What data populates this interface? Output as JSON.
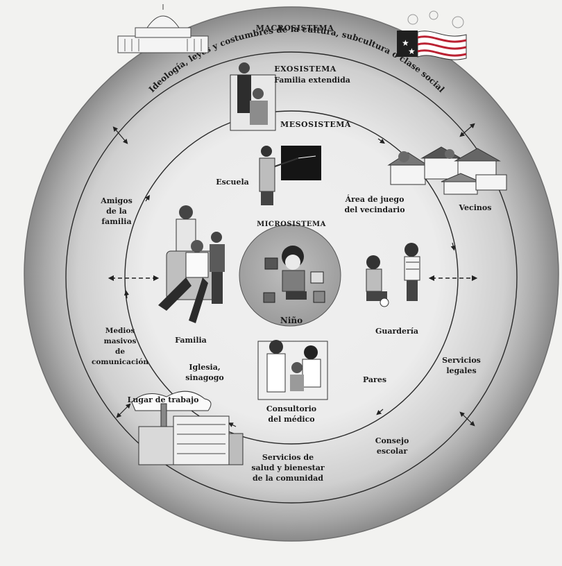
{
  "diagram": {
    "macro": {
      "title": "MACROSISTEMA",
      "subtitle": "Ideología, leyes y costumbres de la cultura, subcultura o clase social"
    },
    "exo": {
      "title": "EXOSISTEMA",
      "subtitle": "Familia extendida"
    },
    "meso": {
      "title": "MESOSISTEMA"
    },
    "micro": {
      "title": "MICROSISTEMA",
      "center": "Niño"
    },
    "labels": {
      "escuela": "Escuela",
      "area_juego": "Área de juego\ndel vecindario",
      "vecinos": "Vecinos",
      "amigos": "Amigos\nde la\nfamilia",
      "familia": "Familia",
      "guarderia": "Guardería",
      "medios": "Medios\nmasivos\nde\ncomunicación",
      "iglesia": "Iglesia,\nsinagogo",
      "pares": "Pares",
      "servicios_legales": "Servicios\nlegales",
      "lugar_trabajo": "Lugar de trabajo",
      "consultorio": "Consultorio\ndel médico",
      "consejo": "Consejo\nescolar",
      "servicios_salud": "Servicios de\nsalud y bienestar\nde la comunidad"
    }
  },
  "colors": {
    "outer_ring_light": "#e6e6e6",
    "outer_ring_dark": "#8e8e8e",
    "center_disc": "#a9a9a9",
    "line": "#2a2a2a"
  }
}
